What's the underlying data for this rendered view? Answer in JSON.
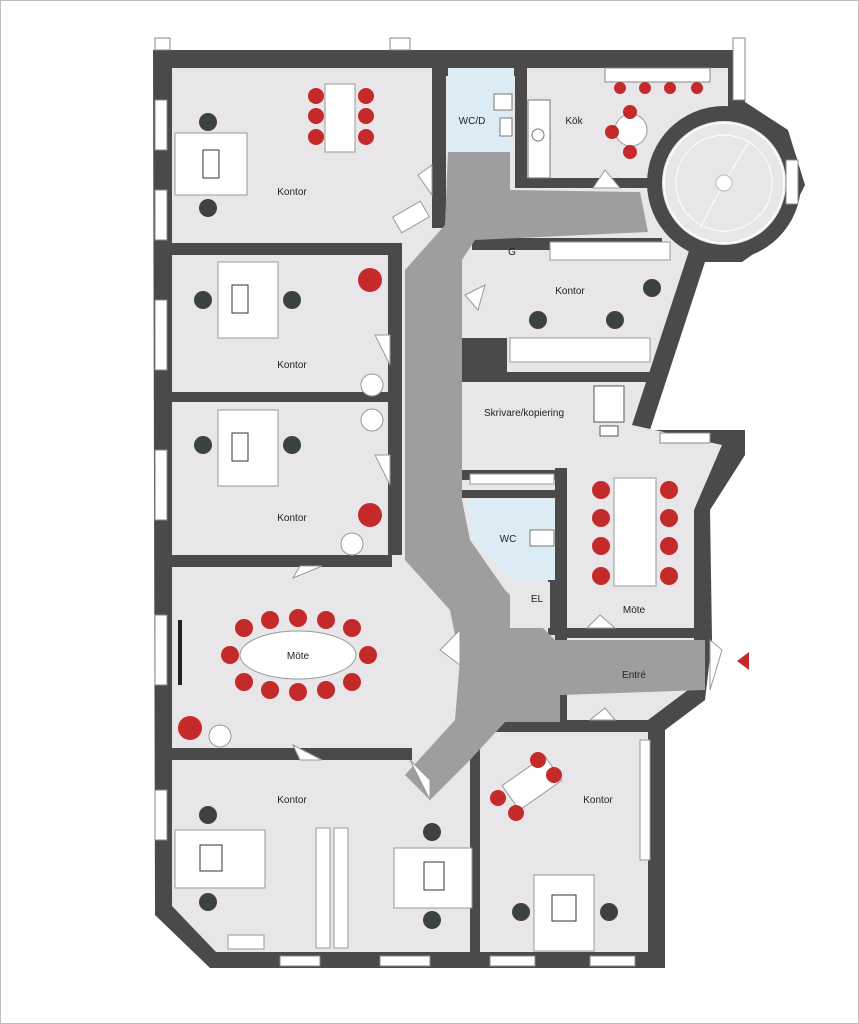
{
  "floorplan": {
    "rooms": {
      "kontor_1": "Kontor",
      "kontor_2": "Kontor",
      "kontor_3": "Kontor",
      "kontor_4": "Kontor",
      "kontor_5": "Kontor",
      "kontor_6": "Kontor",
      "mote_1": "Möte",
      "mote_2": "Möte",
      "wc_d": "WC/D",
      "wc": "WC",
      "kok": "Kök",
      "skrivare": "Skrivare/kopiering",
      "g": "G",
      "el": "EL",
      "entre": "Entré"
    },
    "colors": {
      "wall": "#4a4a4a",
      "floor": "#e8e6e8",
      "corridor": "#9e9e9e",
      "wet_room": "#dcecf4",
      "chair_red": "#c42a2a",
      "chair_dark": "#3c4242",
      "desk": "#ffffff"
    },
    "icons": {
      "entrance": "entrance-arrow-icon",
      "stair": "spiral-stair-icon"
    }
  }
}
